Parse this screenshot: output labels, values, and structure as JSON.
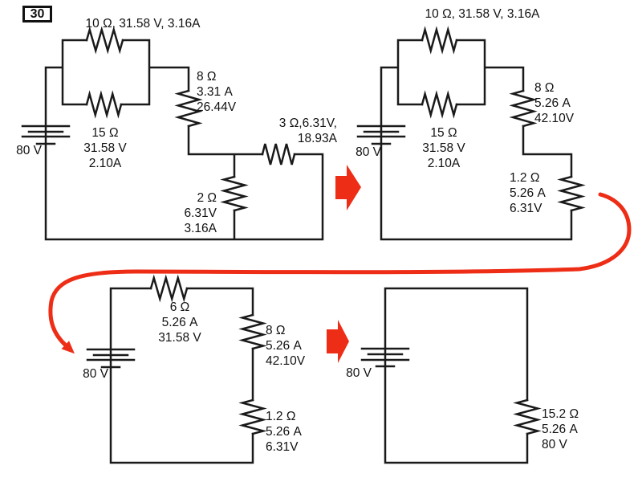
{
  "problem": {
    "number": "30"
  },
  "colors": {
    "wire": "#1a1a1a",
    "arrow_red": "#ee2d16"
  },
  "circuit1": {
    "r10_label": "10 Ω, 31.58 V, 3.16A",
    "r15_label": "15 Ω\n31.58 V\n2.10A",
    "battery_label": "80 V",
    "r8_label": "8 Ω\n3.31 A\n26.44V",
    "r3_label": "3 Ω,6.31V,\n18.93A",
    "r2_label": "2 Ω\n6.31V\n3.16A"
  },
  "circuit2": {
    "r10_label": "10 Ω, 31.58 V, 3.16A",
    "r15_label": "15 Ω\n31.58 V\n2.10A",
    "battery_label": "80 V",
    "r8_label": "8 Ω\n5.26 A\n42.10V",
    "r1_2_label": "1.2 Ω\n5.26 A\n6.31V"
  },
  "circuit3": {
    "r6_label": "6 Ω\n5.26 A\n31.58 V",
    "battery_label": "80 V",
    "r8_label": "8 Ω\n5.26 A\n42.10V",
    "r1_2_label": "1.2 Ω\n5.26 A\n6.31V"
  },
  "circuit4": {
    "battery_label": "80 V",
    "r15_2_label": "15.2 Ω\n5.26 A\n80 V"
  }
}
